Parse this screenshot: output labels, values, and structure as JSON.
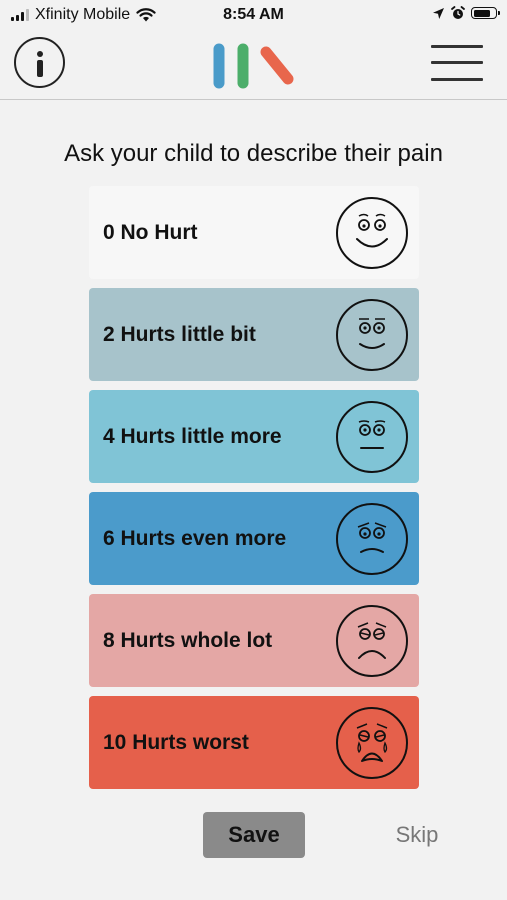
{
  "status_bar": {
    "carrier": "Xfinity Mobile",
    "time": "8:54 AM",
    "battery_level": 0.8,
    "icons": [
      "cellular-signal-icon",
      "wifi-icon",
      "location-arrow-icon",
      "alarm-clock-icon",
      "battery-icon"
    ]
  },
  "header": {
    "info_icon": "info-icon",
    "logo": {
      "colors": [
        "#4a9bc9",
        "#4cae6a",
        "#e8664c"
      ]
    },
    "menu_icon": "hamburger-menu-icon"
  },
  "prompt": "Ask your child to describe their pain",
  "pain_options": [
    {
      "label": "0 No Hurt",
      "color": "#f7f7f7",
      "face": "smiling-face-icon"
    },
    {
      "label": "2 Hurts little bit",
      "color": "#a7c3cb",
      "face": "slightly-smiling-face-icon"
    },
    {
      "label": "4 Hurts little more",
      "color": "#80c4d6",
      "face": "neutral-face-icon"
    },
    {
      "label": "6 Hurts even more",
      "color": "#4b9bcb",
      "face": "worried-face-icon"
    },
    {
      "label": "8 Hurts whole lot",
      "color": "#e4a7a5",
      "face": "sad-face-icon"
    },
    {
      "label": "10 Hurts worst",
      "color": "#e5604b",
      "face": "crying-face-icon"
    }
  ],
  "actions": {
    "save_label": "Save",
    "skip_label": "Skip"
  }
}
